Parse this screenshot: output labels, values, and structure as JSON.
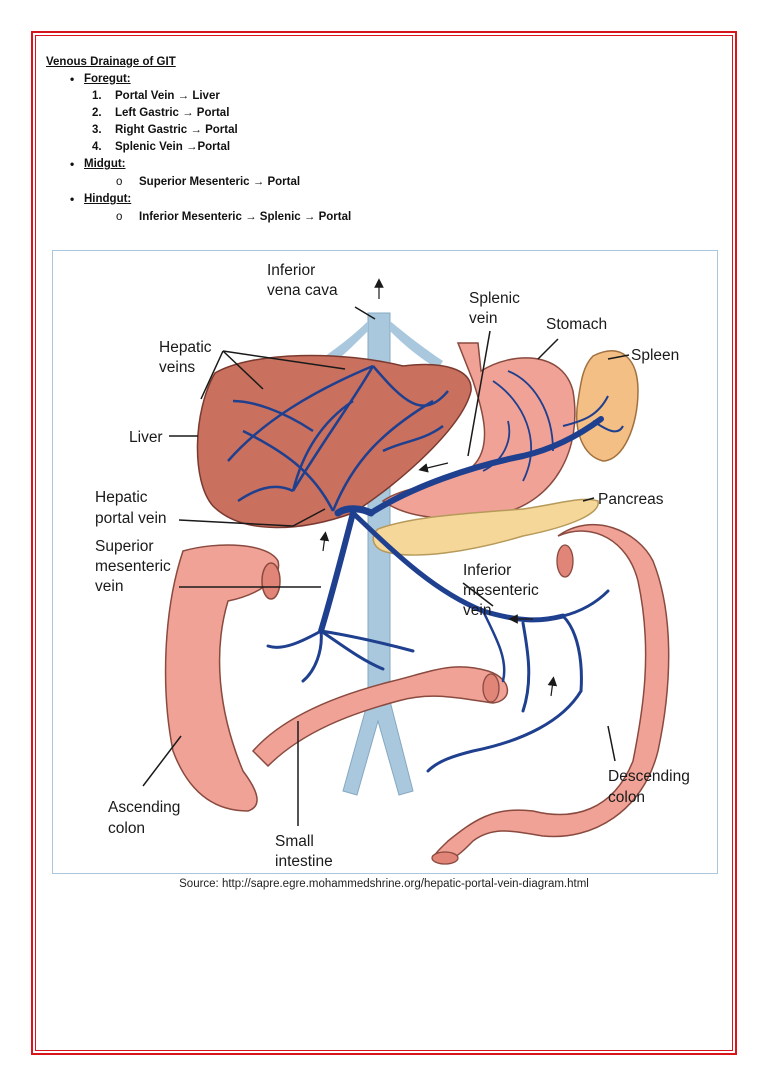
{
  "document": {
    "title": "Venous Drainage of GIT",
    "sections": [
      {
        "label": "Foregut:",
        "items": [
          "Portal Vein → Liver",
          "Left Gastric → Portal",
          "Right Gastric → Portal",
          "Splenic Vein →Portal"
        ]
      },
      {
        "label": "Midgut:",
        "items": [
          "Superior Mesenteric → Portal"
        ]
      },
      {
        "label": "Hindgut:",
        "items": [
          "Inferior Mesenteric → Splenic → Portal"
        ]
      }
    ],
    "source": "Source: http://sapre.egre.mohammedshrine.org/hepatic-portal-vein-diagram.html"
  },
  "diagram": {
    "labels": {
      "ivc_1": "Inferior",
      "ivc_2": "vena cava",
      "splenic_1": "Splenic",
      "splenic_2": "vein",
      "stomach": "Stomach",
      "spleen": "Spleen",
      "hepatic_1": "Hepatic",
      "hepatic_2": "veins",
      "liver": "Liver",
      "pancreas": "Pancreas",
      "hpv_1": "Hepatic",
      "hpv_2": "portal vein",
      "smv_1": "Superior",
      "smv_2": "mesenteric",
      "smv_3": "vein",
      "imv_1": "Inferior",
      "imv_2": "mesenteric",
      "imv_3": "vein",
      "desc_1": "Descending",
      "desc_2": "colon",
      "asc_1": "Ascending",
      "asc_2": "colon",
      "si_1": "Small",
      "si_2": "intestine"
    },
    "colors": {
      "vein": "#1f3f8f",
      "ivc": "#a9c8de",
      "liver": "#c9705e",
      "organ_pink": "#f0a297",
      "pancreas": "#f6d79a",
      "spleen": "#f3bf84"
    }
  }
}
